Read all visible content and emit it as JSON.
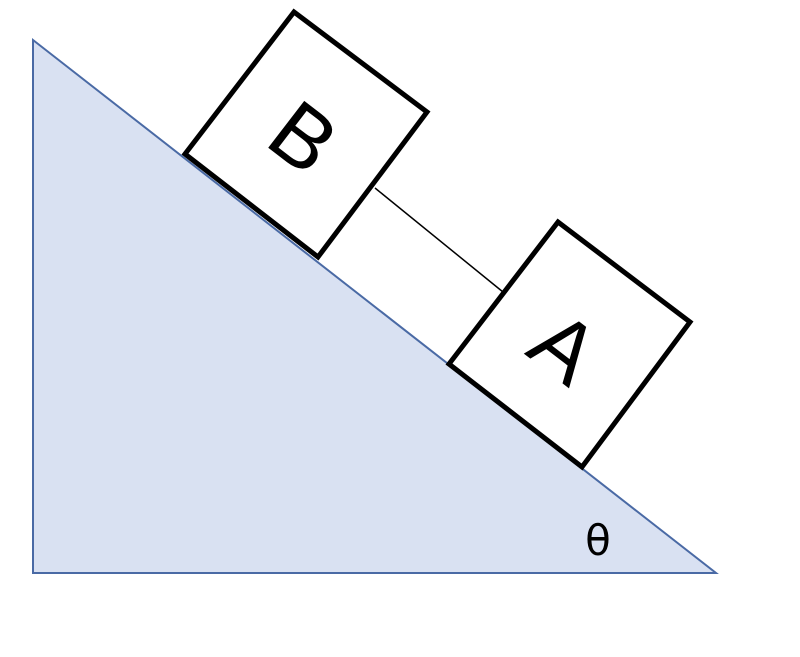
{
  "diagram": {
    "colors": {
      "incline_fill": "#d9e1f2",
      "incline_stroke": "#4a6aa5",
      "block_fill": "#ffffff",
      "block_stroke": "#000000",
      "string": "#000000"
    },
    "blocks": [
      {
        "id": "B",
        "label": "B"
      },
      {
        "id": "A",
        "label": "A"
      }
    ],
    "angle_label": "θ"
  }
}
